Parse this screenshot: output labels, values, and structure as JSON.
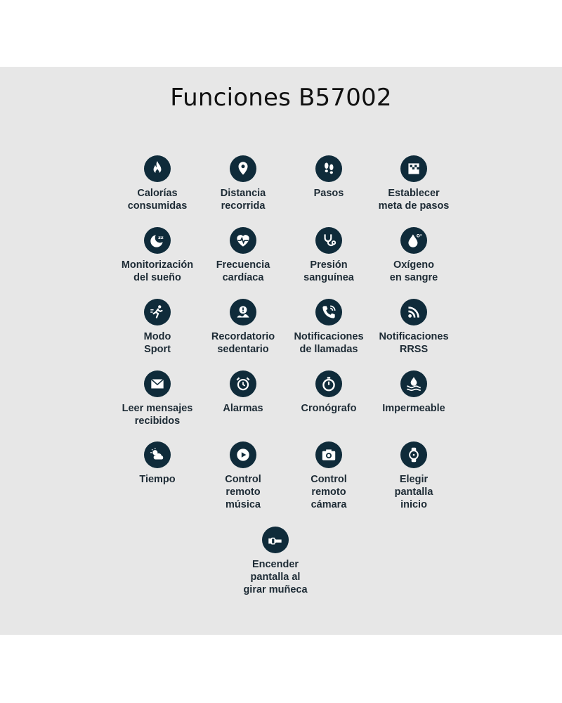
{
  "title": "Funciones B57002",
  "features": [
    {
      "icon": "flame-icon",
      "lines": [
        "Calorías",
        "consumidas"
      ]
    },
    {
      "icon": "location-pin-icon",
      "lines": [
        "Distancia",
        "recorrida"
      ]
    },
    {
      "icon": "footprints-icon",
      "lines": [
        "Pasos"
      ]
    },
    {
      "icon": "goal-flag-icon",
      "lines": [
        "Establecer",
        "meta de pasos"
      ]
    },
    {
      "icon": "moon-sleep-icon",
      "lines": [
        "Monitorización",
        "del sueño"
      ]
    },
    {
      "icon": "heart-rate-icon",
      "lines": [
        "Frecuencia",
        "cardíaca"
      ]
    },
    {
      "icon": "stethoscope-icon",
      "lines": [
        "Presión",
        "sanguínea"
      ]
    },
    {
      "icon": "blood-drop-o2-icon",
      "lines": [
        "Oxígeno",
        "en sangre"
      ]
    },
    {
      "icon": "running-icon",
      "lines": [
        "Modo",
        "Sport"
      ]
    },
    {
      "icon": "sedentary-alert-icon",
      "lines": [
        "Recordatorio",
        "sedentario"
      ]
    },
    {
      "icon": "phone-call-icon",
      "lines": [
        "Notificaciones",
        "de llamadas"
      ]
    },
    {
      "icon": "rss-icon",
      "lines": [
        "Notificaciones",
        "RRSS"
      ]
    },
    {
      "icon": "envelope-icon",
      "lines": [
        "Leer mensajes",
        "recibidos"
      ]
    },
    {
      "icon": "alarm-clock-icon",
      "lines": [
        "Alarmas"
      ]
    },
    {
      "icon": "stopwatch-icon",
      "lines": [
        "Cronógrafo"
      ]
    },
    {
      "icon": "waterproof-icon",
      "lines": [
        "Impermeable"
      ]
    },
    {
      "icon": "weather-icon",
      "lines": [
        "Tiempo"
      ]
    },
    {
      "icon": "play-icon",
      "lines": [
        "Control",
        "remoto",
        "música"
      ]
    },
    {
      "icon": "camera-icon",
      "lines": [
        "Control",
        "remoto",
        "cámara"
      ]
    },
    {
      "icon": "watch-face-icon",
      "lines": [
        "Elegir",
        "pantalla",
        "inicio"
      ]
    },
    {
      "icon": "wrist-raise-icon",
      "lines": [
        "Encender",
        "pantalla al",
        "girar muñeca"
      ]
    }
  ]
}
